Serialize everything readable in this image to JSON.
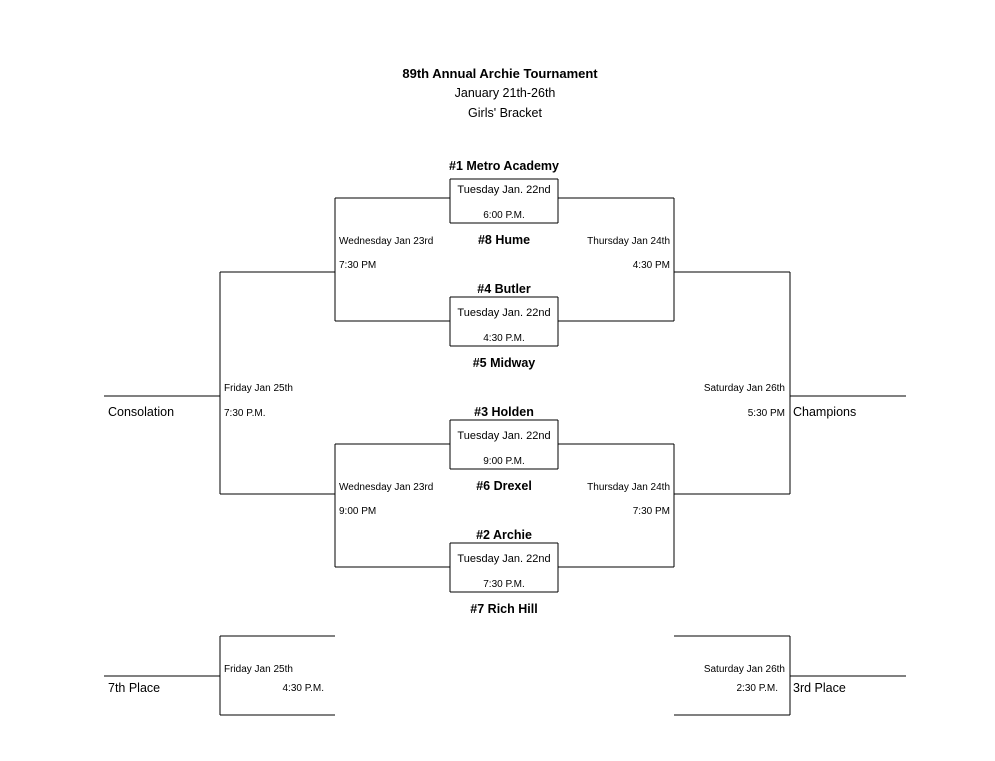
{
  "header": {
    "title": "89th Annual Archie Tournament",
    "dates": "January 21th-26th",
    "bracket": "Girls' Bracket"
  },
  "teams": {
    "t1": "#1 Metro Academy",
    "t8": "#8 Hume",
    "t4": "#4 Butler",
    "t5": "#5 Midway",
    "t3": "#3 Holden",
    "t6": "#6 Drexel",
    "t2": "#2 Archie",
    "t7": "#7 Rich Hill"
  },
  "first_round": {
    "g1": {
      "day": "Tuesday Jan. 22nd",
      "time": "6:00 P.M."
    },
    "g2": {
      "day": "Tuesday Jan. 22nd",
      "time": "4:30 P.M."
    },
    "g3": {
      "day": "Tuesday Jan. 22nd",
      "time": "9:00 P.M."
    },
    "g4": {
      "day": "Tuesday Jan. 22nd",
      "time": "7:30 P.M."
    }
  },
  "consolation_semis": {
    "top": {
      "day": "Wednesday Jan 23rd",
      "time": "7:30 PM"
    },
    "bottom": {
      "day": "Wednesday Jan 23rd",
      "time": "9:00 PM"
    }
  },
  "semis": {
    "top": {
      "day": "Thursday Jan 24th",
      "time": "4:30 PM"
    },
    "bottom": {
      "day": "Thursday Jan 24th",
      "time": "7:30 PM"
    }
  },
  "consolation_final": {
    "day": "Friday Jan 25th",
    "time": "7:30 P.M.",
    "label": "Consolation"
  },
  "championship": {
    "day": "Saturday Jan 26th",
    "time": "5:30 PM",
    "label": "Champions"
  },
  "seventh_place": {
    "day": "Friday Jan 25th",
    "time": "4:30 P.M.",
    "label": "7th Place"
  },
  "third_place": {
    "day": "Saturday Jan 26th",
    "time": "2:30 P.M.",
    "label": "3rd Place"
  }
}
